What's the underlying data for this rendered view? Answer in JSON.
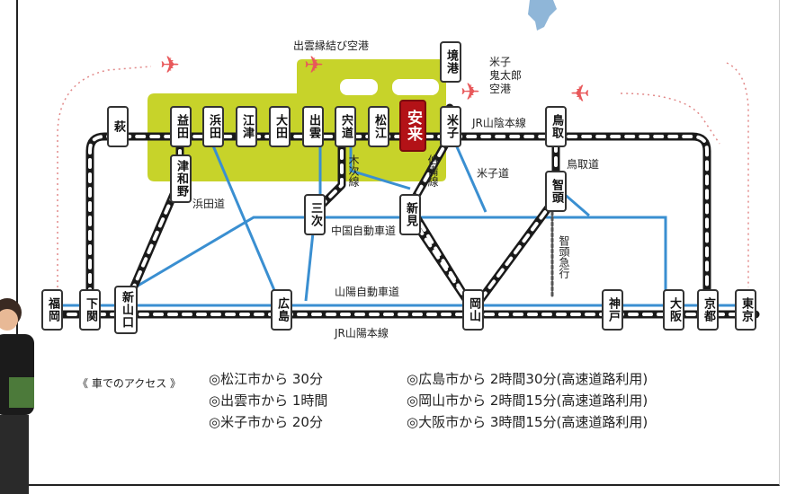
{
  "airports": {
    "izumo": "出雲縁結び空港",
    "yonago": [
      "米子",
      "鬼太郎",
      "空港"
    ]
  },
  "stations": {
    "hagi": "萩",
    "masuda": "益田",
    "hamada": "浜田",
    "gotsu": "江津",
    "oda": "大田",
    "izumo": "出雲",
    "shinji": "宍道",
    "matsue": "松江",
    "yasugi": "安来",
    "yonago": "米子",
    "sakaiminato": "境港",
    "tottori": "鳥取",
    "chizu": "智頭",
    "tsuwano": "津和野",
    "miyoshi": "三次",
    "niimi": "新見",
    "fukuoka": "福岡",
    "shimonoseki": "下関",
    "shinyamaguchi": "新山口",
    "hiroshima": "広島",
    "okayama": "岡山",
    "kobe": "神戸",
    "osaka": "大阪",
    "kyoto": "京都",
    "tokyo": "東京"
  },
  "lines": {
    "san_in": "JR山陰本線",
    "san_yo": "JR山陽本線",
    "yonago_do": "米子道",
    "tottori_do": "鳥取道",
    "hamada_do": "浜田道",
    "chugoku_expwy": "中国自動車道",
    "sanyo_expwy": "山陽自動車道",
    "kisuki": "木次線",
    "hakubi": "伯備線",
    "chizu_kyuko": "智頭急行"
  },
  "access": {
    "heading": "《 車でのアクセス 》",
    "left": [
      "◎松江市から 30分",
      "◎出雲市から 1時間",
      "◎米子市から 20分"
    ],
    "right": [
      "◎広島市から 2時間30分(高速道路利用)",
      "◎岡山市から 2時間15分(高速道路利用)",
      "◎大阪市から 3時間15分(高速道路利用)"
    ]
  },
  "colors": {
    "highlight_region": "#c7d32a",
    "expressway": "#3a8fd1",
    "rail": "#1a1a1a",
    "target_station": "#b31217",
    "plane": "#e8585a",
    "flight_path": "#e28a8a"
  },
  "icons": [
    "airplane-icon",
    "person-photo"
  ]
}
